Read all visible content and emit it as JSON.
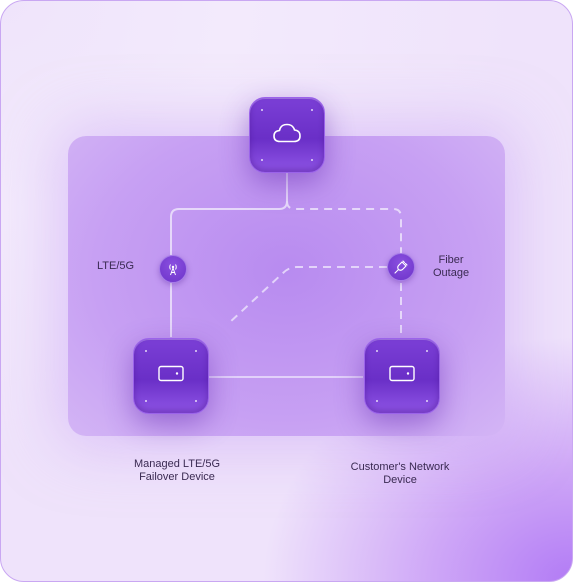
{
  "labels": {
    "lte": "LTE/5G",
    "fiber_line1": "Fiber",
    "fiber_line2": "Outage",
    "managed_line1": "Managed LTE/5G",
    "managed_line2": "Failover Device",
    "customer_line1": "Customer's Network",
    "customer_line2": "Device"
  },
  "icons": {
    "cloud": "cloud-icon",
    "tower": "cell-tower-icon",
    "plug": "unplugged-icon",
    "router": "router-icon"
  },
  "colors": {
    "node": "#6a2fc7",
    "panel": "#c7a0f3",
    "line": "#e9dcfb"
  }
}
